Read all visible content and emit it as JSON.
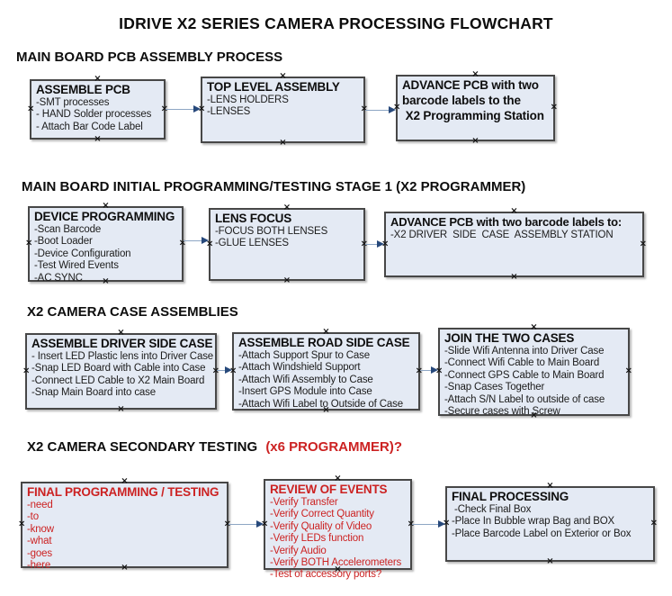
{
  "title": "IDRIVE X2  SERIES CAMERA PROCESSING FLOWCHART",
  "colors": {
    "box_fill": "#e4eaf4",
    "box_border": "#474747",
    "red_text": "#cc2222",
    "arrow_line": "#8ea6c4",
    "arrow_head": "#27497b"
  },
  "sections": [
    {
      "heading": "MAIN BOARD PCB ASSEMBLY PROCESS",
      "boxes": [
        {
          "title": "ASSEMBLE PCB",
          "items": [
            "-SMT processes",
            "- HAND Solder processes",
            "- Attach Bar Code Label"
          ]
        },
        {
          "title": "TOP LEVEL ASSEMBLY",
          "items": [
            "-LENS HOLDERS",
            "-LENSES"
          ]
        },
        {
          "title": "ADVANCE PCB with two",
          "items": [
            "barcode labels to the",
            " X2 Programming Station"
          ]
        }
      ]
    },
    {
      "heading": "MAIN BOARD INITIAL PROGRAMMING/TESTING STAGE 1 (X2 PROGRAMMER)",
      "boxes": [
        {
          "title": "DEVICE PROGRAMMING",
          "items": [
            "-Scan Barcode",
            "-Boot Loader",
            "-Device Configuration",
            "-Test Wired Events",
            "-AC SYNC"
          ]
        },
        {
          "title": "LENS FOCUS",
          "items": [
            "-FOCUS BOTH LENSES",
            "-GLUE LENSES"
          ]
        },
        {
          "title": "ADVANCE PCB with two barcode labels to:",
          "items": [
            "-X2 DRIVER  SIDE  CASE  ASSEMBLY STATION"
          ]
        }
      ]
    },
    {
      "heading": "X2 CAMERA CASE ASSEMBLIES",
      "boxes": [
        {
          "title": "ASSEMBLE DRIVER SIDE CASE",
          "items": [
            "- Insert LED Plastic lens into Driver Case",
            "-Snap LED Board with Cable into Case",
            "-Connect LED Cable to X2 Main Board",
            "-Snap Main Board into case"
          ]
        },
        {
          "title": "ASSEMBLE ROAD SIDE CASE",
          "items": [
            "-Attach Support Spur to Case",
            "-Attach Windshield Support",
            "-Attach Wifi Assembly to Case",
            "-Insert GPS Module into Case",
            "-Attach Wifi Label to Outside of Case"
          ]
        },
        {
          "title": "JOIN THE TWO CASES",
          "items": [
            "-Slide Wifi Antenna into Driver Case",
            "-Connect Wifi Cable to Main Board",
            "-Connect GPS Cable to Main Board",
            "-Snap Cases Together",
            "-Attach S/N Label to outside of case",
            "-Secure cases with Screw"
          ]
        }
      ]
    },
    {
      "heading": "X2 CAMERA SECONDARY TESTING ",
      "heading_red": "(x6 PROGRAMMER)?",
      "boxes": [
        {
          "title": "FINAL PROGRAMMING / TESTING",
          "items": [
            "-need",
            "-to",
            "-know",
            "-what",
            "-goes",
            "-here"
          ]
        },
        {
          "title": "REVIEW OF EVENTS",
          "items": [
            "-Verify Transfer",
            "-Verify Correct Quantity",
            "-Verify Quality of Video",
            "-Verify LEDs function",
            "-Verify Audio",
            "-Verify BOTH Accelerometers",
            "-Test of accessory ports?"
          ]
        },
        {
          "title": "FINAL PROCESSING",
          "items": [
            " -Check Final Box",
            "-Place In Bubble wrap Bag and BOX",
            "-Place Barcode Label on Exterior or Box"
          ]
        }
      ]
    }
  ]
}
